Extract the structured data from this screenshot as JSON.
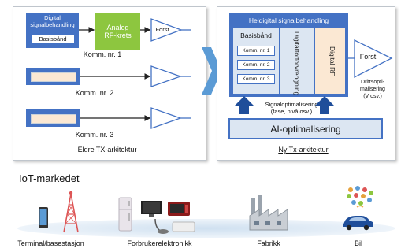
{
  "left_panel": {
    "block1": {
      "dsp_line1": "Digital",
      "dsp_line2": "signalbehandling",
      "baseband": "Basisbånd",
      "analog_line1": "Analog",
      "analog_line2": "RF-krets",
      "amp": "Forst",
      "label": "Komm. nr. 1"
    },
    "block2": {
      "label": "Komm. nr. 2"
    },
    "block3": {
      "label": "Komm. nr. 3"
    },
    "caption": "Eldre TX-arkitektur"
  },
  "right_panel": {
    "title": "Heldigital signalbehandling",
    "baseband_title": "Basisbånd",
    "comms": [
      "Komm. nr. 1",
      "Komm. nr. 2",
      "Komm. nr. 3"
    ],
    "predistortion_line1": "Digital",
    "predistortion_line2": "forforvrengning",
    "digital_rf": "Digital RF",
    "amp": "Forst",
    "drift_line1": "Driftsopti-",
    "drift_line2": "malisering",
    "drift_line3": "(V osv.)",
    "signal_line1": "Signaloptimalisering",
    "signal_line2": "(fase, nivå osv.)",
    "ai": "AI-optimalisering",
    "caption": "Ny Tx-arkitektur"
  },
  "iot": {
    "heading": "IoT-markedet",
    "labels": [
      "Terminal/basestasjon",
      "Forbrukerelektronikk",
      "Fabrikk",
      "Bil"
    ]
  },
  "colors": {
    "blue": "#4472c4",
    "green": "#8dc63f",
    "light_blue_panel": "#dce6f2",
    "cream": "#fbe8d3",
    "arrow_blue": "#5b9bd5"
  }
}
